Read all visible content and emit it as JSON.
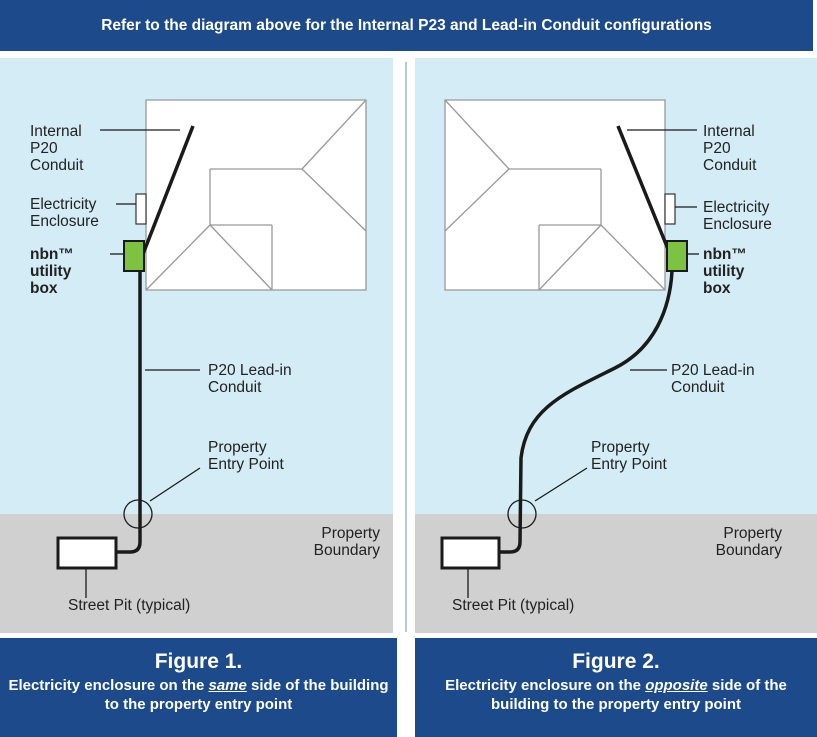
{
  "header": {
    "title": "Refer to the diagram above for the Internal P23 and Lead-in Conduit configurations"
  },
  "colors": {
    "sky": "#d4ecf6",
    "ground": "#d0d0d0",
    "navy": "#1d4a8b",
    "nbn_green": "#7dc242"
  },
  "figure1": {
    "title": "Figure 1.",
    "caption_before": "Electricity enclosure on the ",
    "caption_emph": "same",
    "caption_after": " side of the building to the property entry point",
    "labels": {
      "internal_1": "Internal",
      "internal_2": "P20",
      "internal_3": "Conduit",
      "elec_1": "Electricity",
      "elec_2": "Enclosure",
      "nbn_1": "nbn™",
      "nbn_2": "utility",
      "nbn_3": "box",
      "leadin_1": "P20 Lead-in",
      "leadin_2": "Conduit",
      "entry_1": "Property",
      "entry_2": "Entry Point",
      "boundary_1": "Property",
      "boundary_2": "Boundary",
      "pit": "Street Pit (typical)"
    }
  },
  "figure2": {
    "title": "Figure 2.",
    "caption_before": "Electricity enclosure on the ",
    "caption_emph": "opposite",
    "caption_after": " side of the building to the property entry point",
    "labels": {
      "internal_1": "Internal",
      "internal_2": "P20",
      "internal_3": "Conduit",
      "elec_1": "Electricity",
      "elec_2": "Enclosure",
      "nbn_1": "nbn™",
      "nbn_2": "utility",
      "nbn_3": "box",
      "leadin_1": "P20 Lead-in",
      "leadin_2": "Conduit",
      "entry_1": "Property",
      "entry_2": "Entry Point",
      "boundary_1": "Property",
      "boundary_2": "Boundary",
      "pit": "Street Pit (typical)"
    }
  }
}
